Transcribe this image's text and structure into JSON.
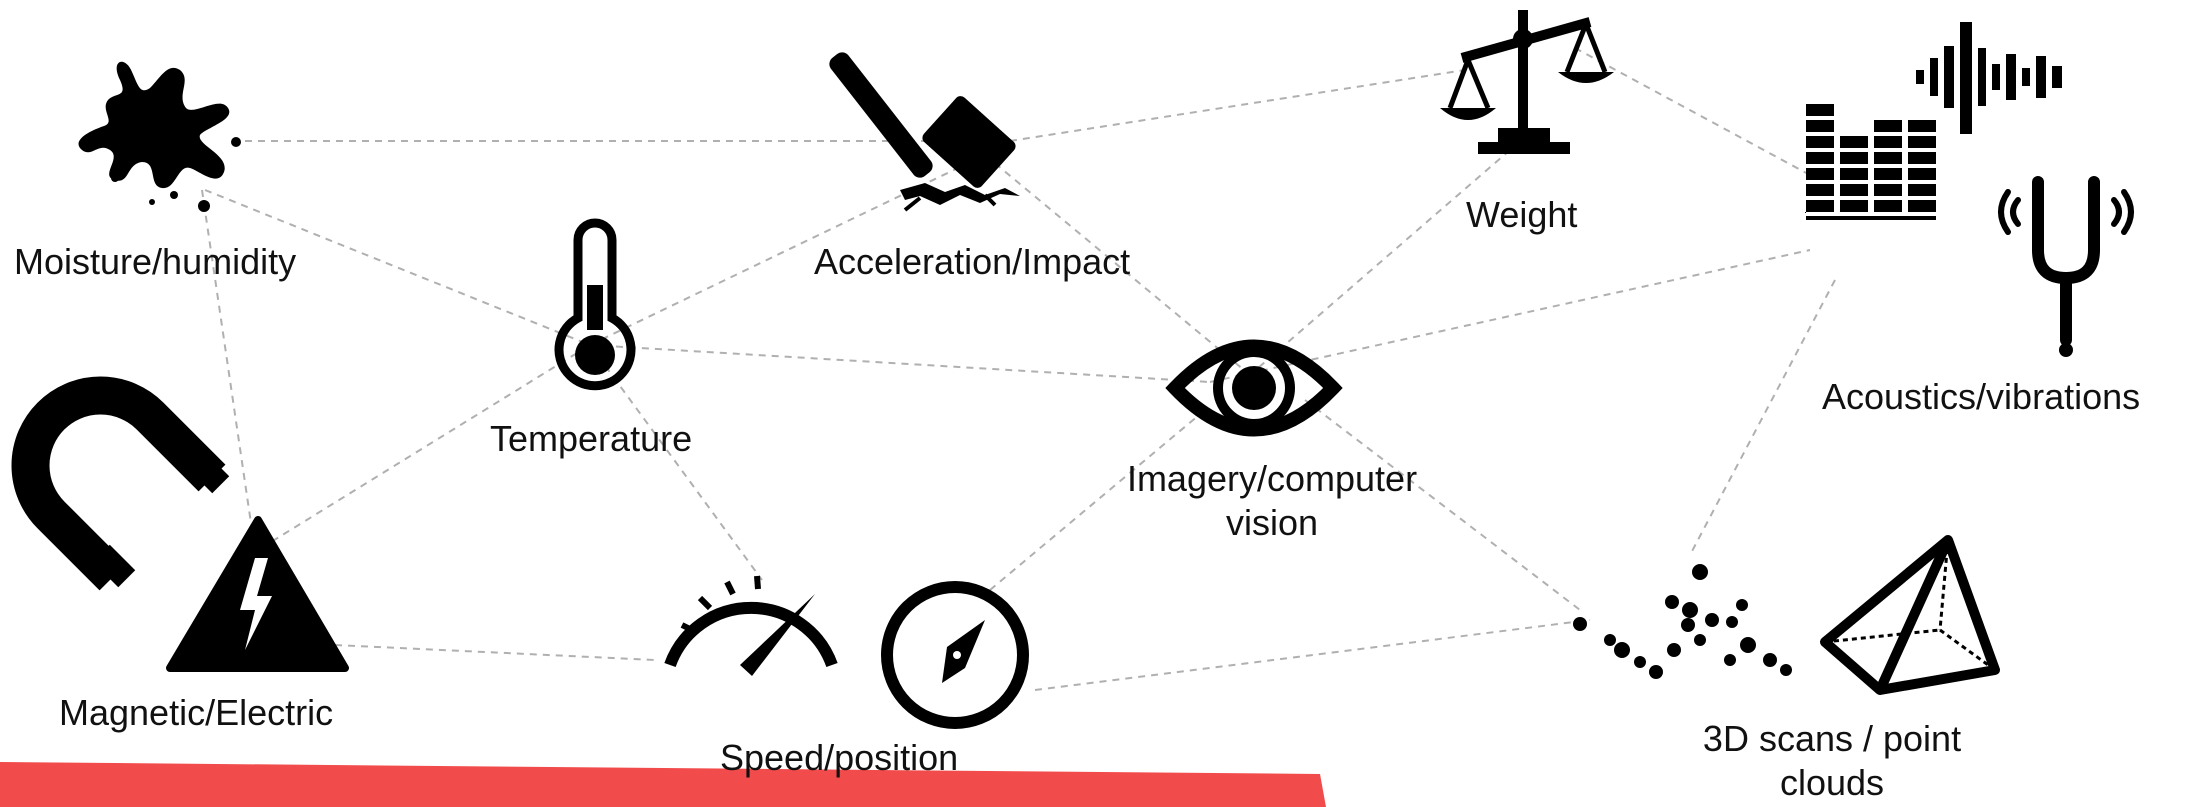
{
  "nodes": {
    "moisture": {
      "label": "Moisture/humidity",
      "icon": "splash-icon"
    },
    "acceleration": {
      "label": "Acceleration/Impact",
      "icon": "hammer-icon"
    },
    "weight": {
      "label": "Weight",
      "icon": "scales-icon"
    },
    "acoustics": {
      "label": "Acoustics/vibrations",
      "icon": "sound-wave-icon"
    },
    "temperature": {
      "label": "Temperature",
      "icon": "thermometer-icon"
    },
    "imagery": {
      "line1": "Imagery/computer",
      "line2": "vision",
      "icon": "eye-icon"
    },
    "magnetic": {
      "label": "Magnetic/Electric",
      "icon": "magnet-icon"
    },
    "speed": {
      "label": "Speed/position",
      "icon": "speedometer-icon"
    },
    "scans": {
      "line1": "3D scans / point",
      "line2": "clouds",
      "icon": "point-cloud-icon"
    }
  },
  "colors": {
    "connector": "#b0b0b0",
    "icon": "#000000",
    "accent_bar": "#f24b4b"
  }
}
